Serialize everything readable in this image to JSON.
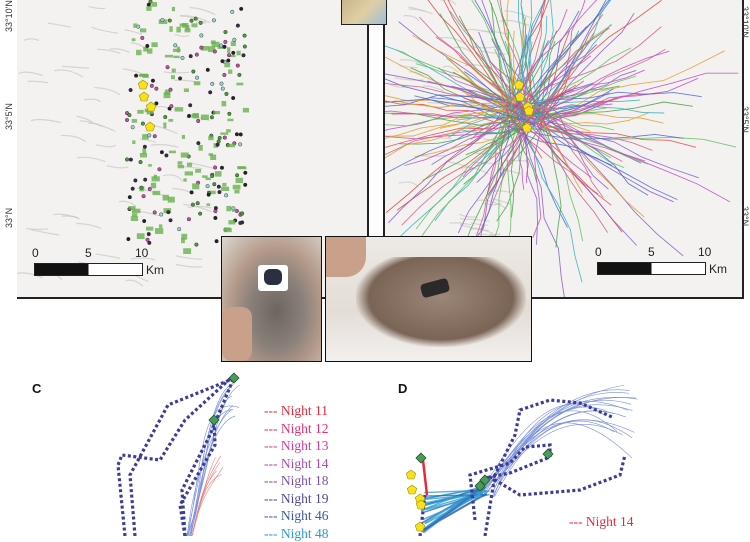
{
  "map_left": {
    "lat_labels": [
      "33°10'N",
      "33°5'N",
      "33°N"
    ],
    "scale": {
      "ticks": [
        "0",
        "5",
        "10"
      ],
      "unit": "Km"
    }
  },
  "map_right": {
    "lat_labels": [
      "33°10'N",
      "33°5'N",
      "33°N"
    ],
    "scale": {
      "ticks": [
        "0",
        "5",
        "10"
      ],
      "unit": "Km"
    }
  },
  "panel_c": {
    "label": "C",
    "legend": [
      {
        "text": "--- Night 11",
        "color": "#e8283c"
      },
      {
        "text": "--- Night 12",
        "color": "#e23070"
      },
      {
        "text": "--- Night 13",
        "color": "#d23c9c"
      },
      {
        "text": "--- Night 14",
        "color": "#b04ab0"
      },
      {
        "text": "--- Night 18",
        "color": "#7a55ac"
      },
      {
        "text": "--- Night 19",
        "color": "#4a4a9e"
      },
      {
        "text": "--- Night 46",
        "color": "#3a5aa6"
      },
      {
        "text": "--- Night 48",
        "color": "#2a9ad0"
      }
    ]
  },
  "panel_d": {
    "label": "D",
    "legend": [
      {
        "text": "--- Night 14",
        "color": "#e8283c"
      }
    ]
  },
  "colors": {
    "roost": "#f5e21a",
    "tree": "#4a9a5a",
    "track_dashed": "#3c3c9c"
  }
}
